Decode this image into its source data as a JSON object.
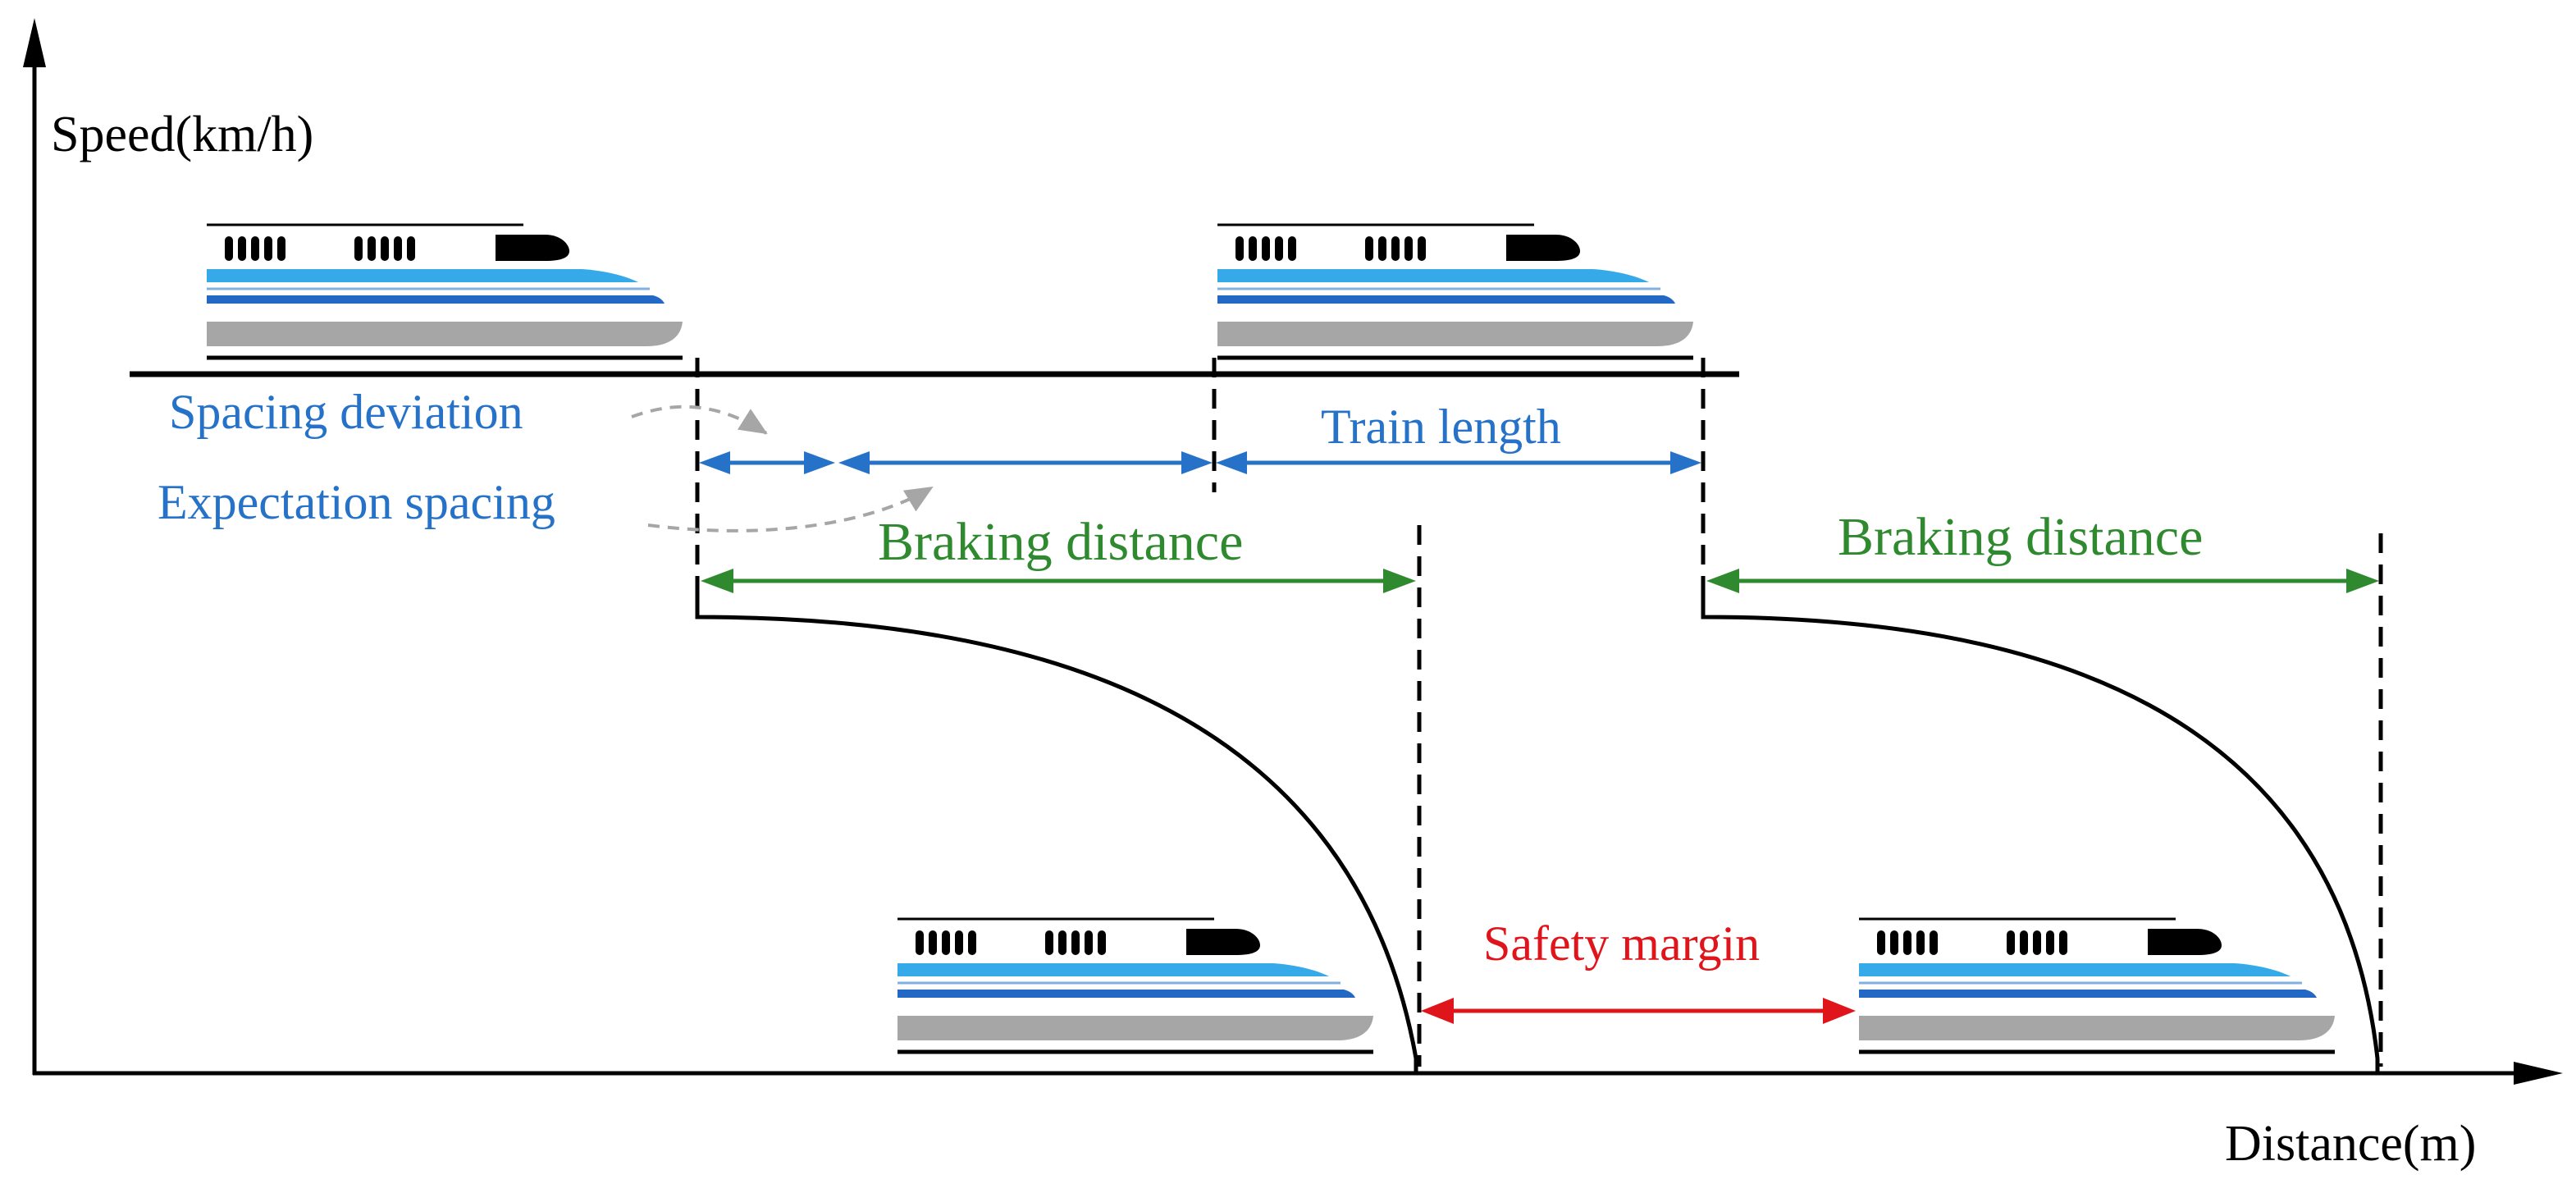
{
  "axes": {
    "y_label": "Speed(km/h)",
    "x_label": "Distance(m)"
  },
  "labels": {
    "spacing_deviation": "Spacing deviation",
    "expectation_spacing": "Expectation spacing",
    "train_length": "Train length",
    "braking_distance_1": "Braking distance",
    "braking_distance_2": "Braking distance",
    "safety_margin": "Safety margin"
  },
  "icons": {
    "train": "high-speed-train-icon"
  },
  "colors": {
    "blue": "#2672c8",
    "green": "#2f8a2f",
    "red": "#e0151b",
    "gray_arrow": "#a6a6a6",
    "train_stripe_light": "#36a9e8",
    "train_stripe_dark": "#2268c4",
    "train_skirt": "#a6a6a6"
  }
}
